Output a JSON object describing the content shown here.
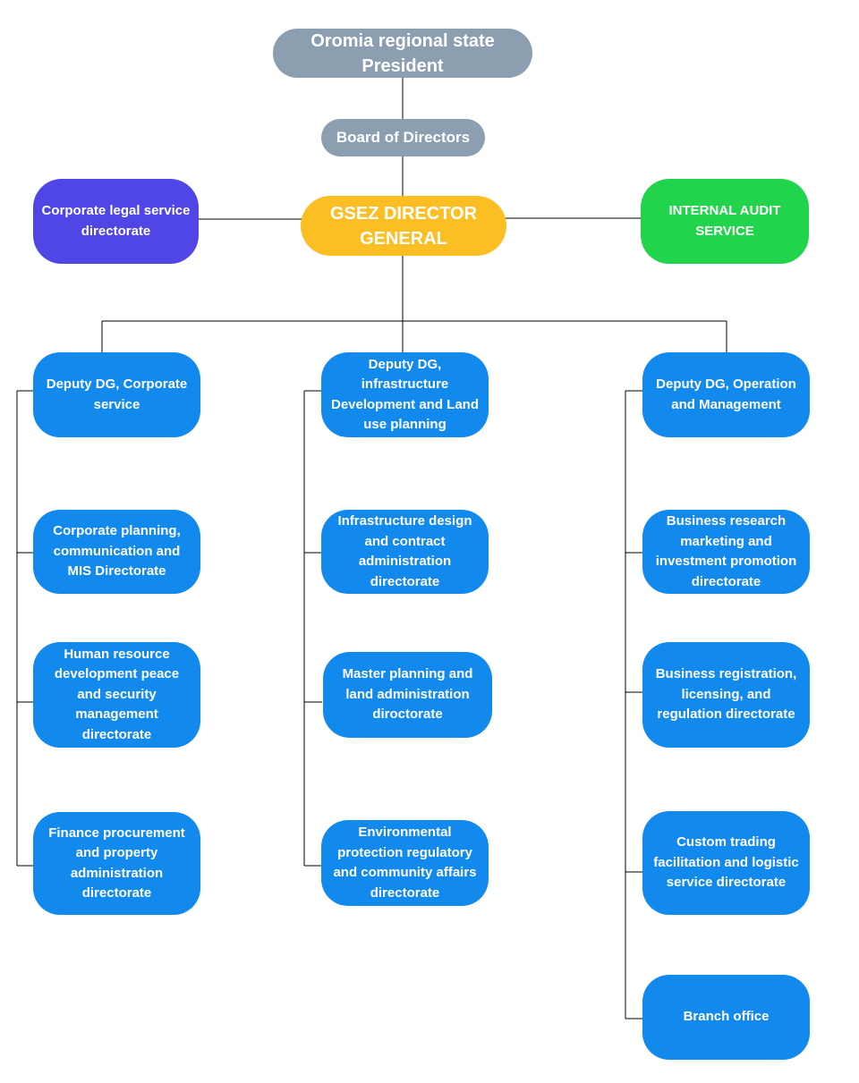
{
  "colors": {
    "gray": "#8b9fb0",
    "yellow": "#fbbf24",
    "purple": "#4f46e5",
    "green": "#22d44b",
    "blue": "#1289ec",
    "line": "#000000"
  },
  "nodes": {
    "president": "Oromia regional state\nPresident",
    "board": "Board of Directors",
    "director_general": "GSEZ DIRECTOR\nGENERAL",
    "legal": "Corporate legal service\ndirectorate",
    "audit": "INTERNAL AUDIT\nSERVICE",
    "deputy_corporate": "Deputy DG, Corporate\nservice",
    "deputy_infrastructure": "Deputy DG,\ninfrastructure\nDevelopment and Land\nuse planning",
    "deputy_operation": "Deputy DG, Operation\nand Management",
    "corporate_planning": "Corporate planning,\ncommunication and\nMIS Directorate",
    "human_resource": "Human resource\ndevelopment peace\nand security\nmanagement\ndirectorate",
    "finance": "Finance procurement\nand property\nadministration\ndirectorate",
    "infrastructure_design": "Infrastructure design\nand contract\nadministration\ndirectorate",
    "master_planning": "Master planning and\nland administration\ndiroctorate",
    "environmental": "Environmental\nprotection regulatory\nand community affairs\ndirectorate",
    "business_research": "Business research\nmarketing and\ninvestment promotion\ndirectorate",
    "business_registration": "Business registration,\nlicensing, and\nregulation directorate",
    "custom_trading": "Custom trading\nfacilitation and logistic\nservice directorate",
    "branch_office": "Branch office"
  }
}
